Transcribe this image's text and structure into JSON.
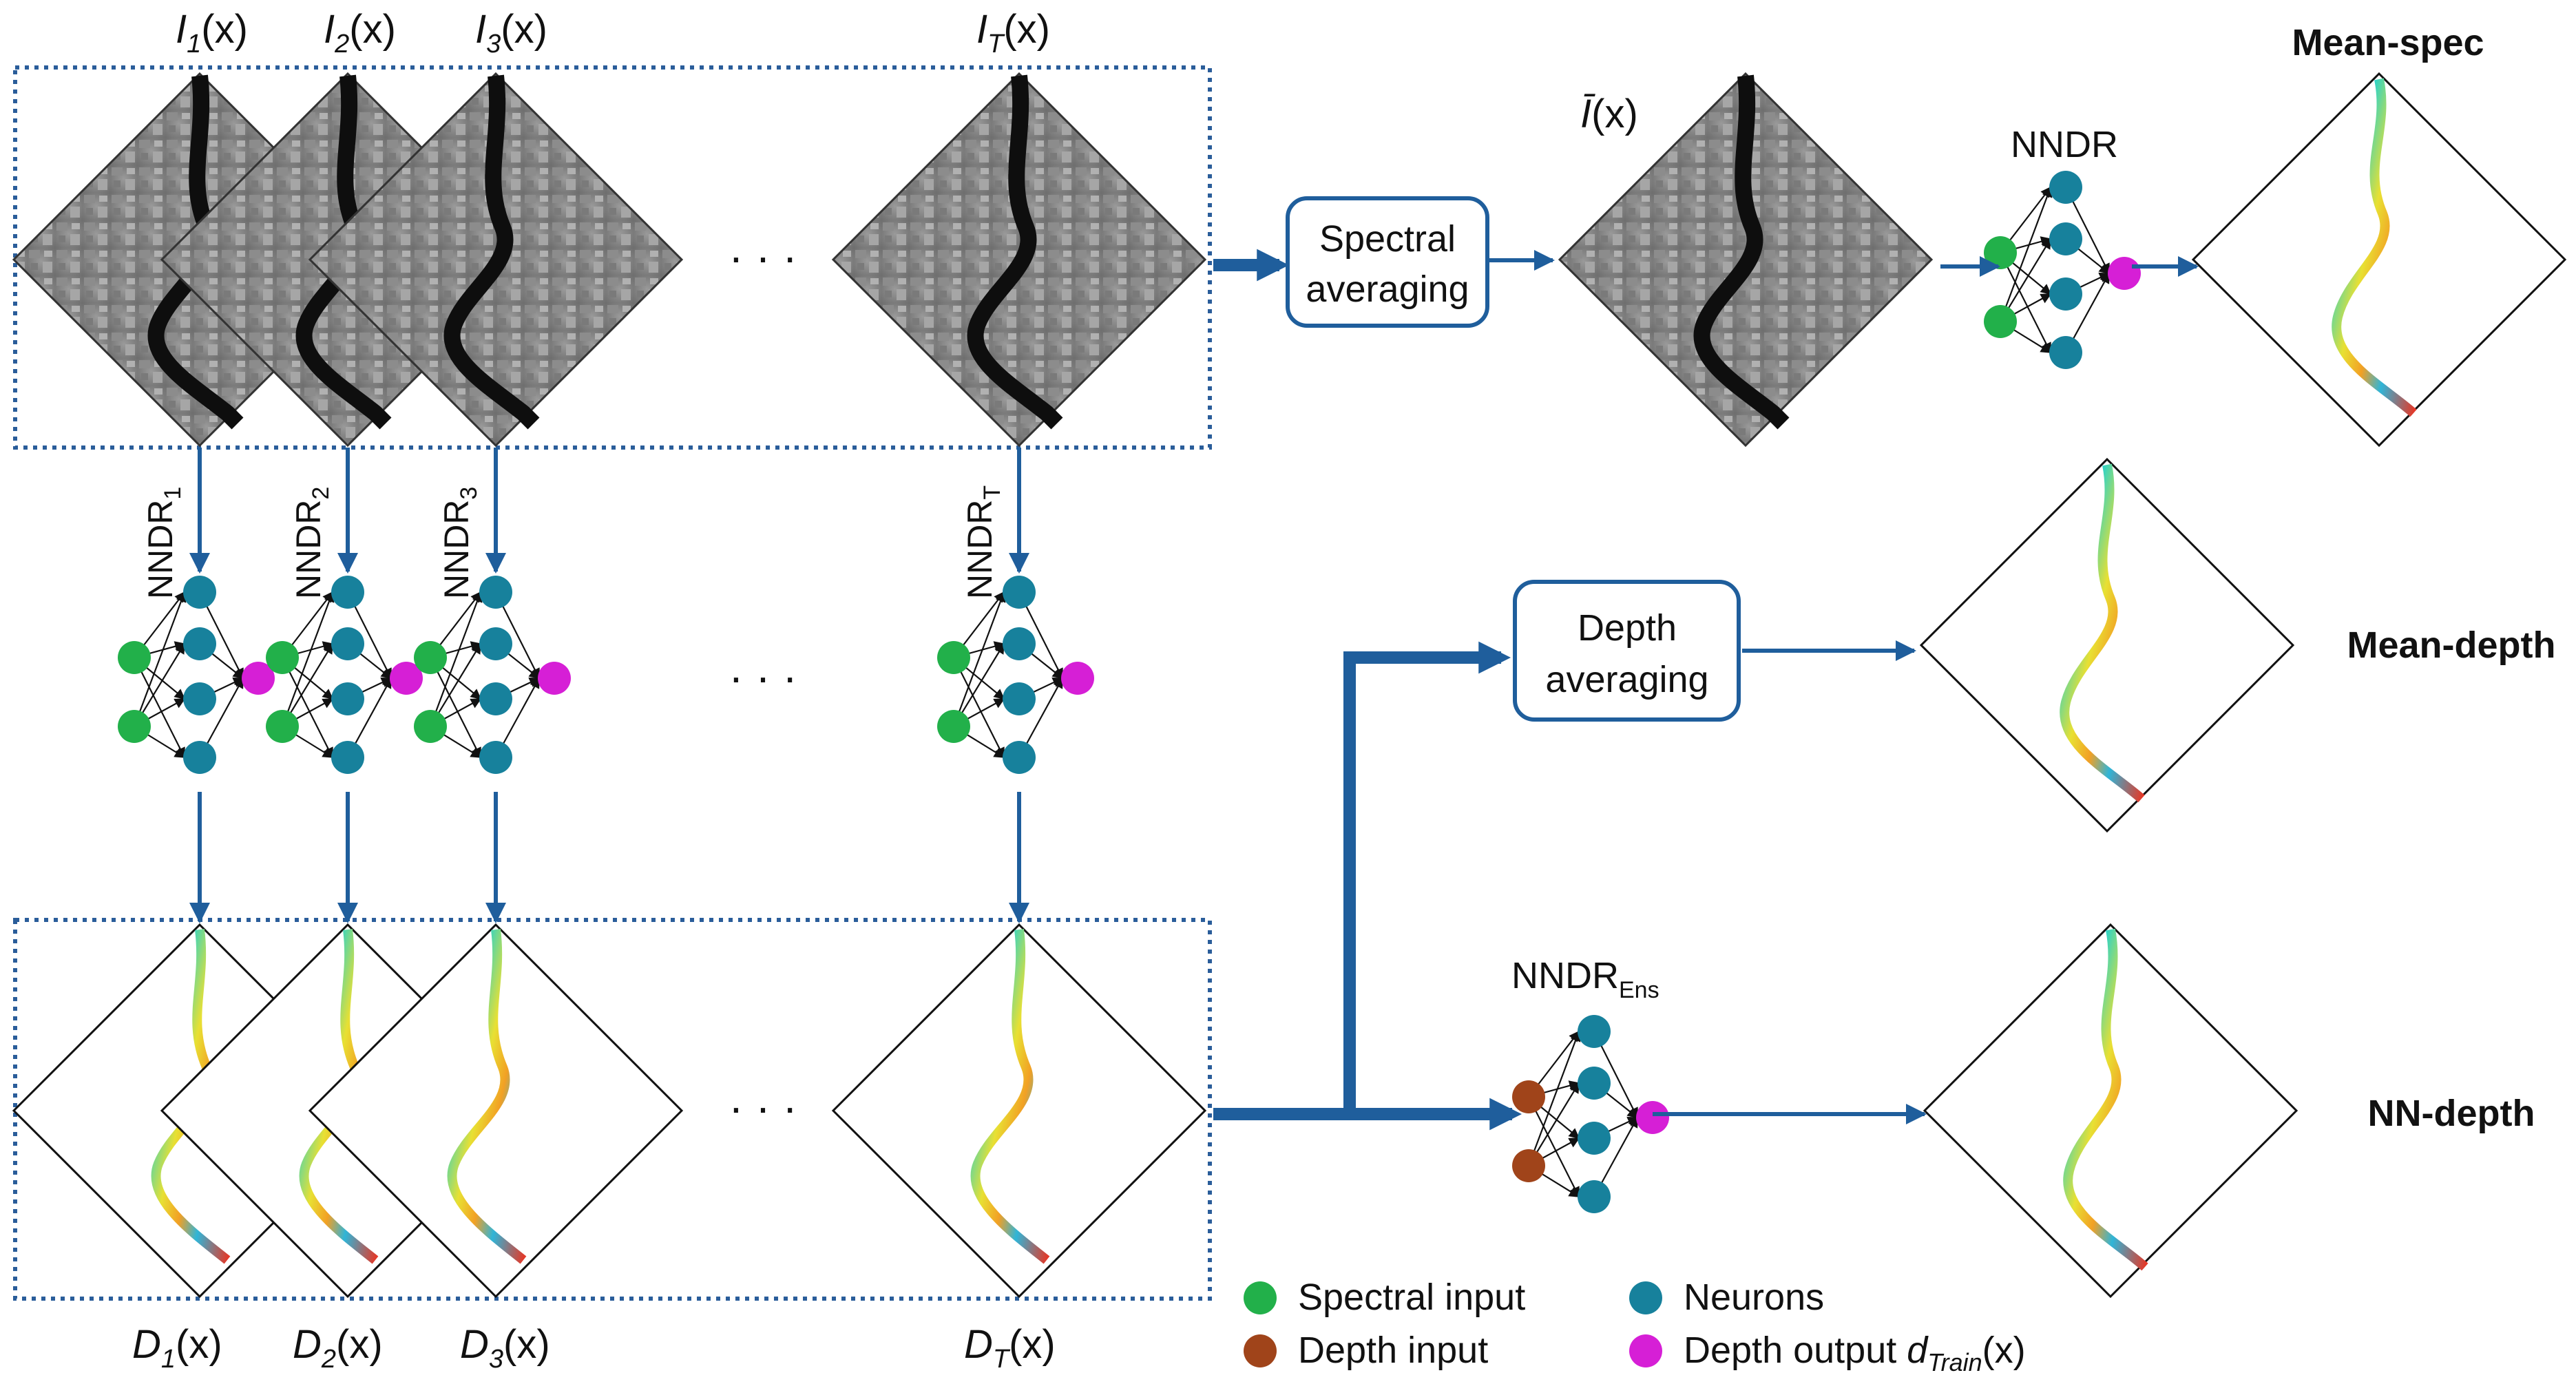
{
  "image_labels": {
    "i1": {
      "sym": "I",
      "sub": "1",
      "arg": "(x)"
    },
    "i2": {
      "sym": "I",
      "sub": "2",
      "arg": "(x)"
    },
    "i3": {
      "sym": "I",
      "sub": "3",
      "arg": "(x)"
    },
    "iT": {
      "sym": "I",
      "sub": "T",
      "arg": "(x)"
    },
    "ibar": {
      "sym": "Ī",
      "arg": "(x)"
    }
  },
  "depth_labels": {
    "d1": {
      "sym": "D",
      "sub": "1",
      "arg": "(x)"
    },
    "d2": {
      "sym": "D",
      "sub": "2",
      "arg": "(x)"
    },
    "d3": {
      "sym": "D",
      "sub": "3",
      "arg": "(x)"
    },
    "dT": {
      "sym": "D",
      "sub": "T",
      "arg": "(x)"
    }
  },
  "network_labels": {
    "n1": {
      "base": "NNDR",
      "sub": "1"
    },
    "n2": {
      "base": "NNDR",
      "sub": "2"
    },
    "n3": {
      "base": "NNDR",
      "sub": "3"
    },
    "nT": {
      "base": "NNDR",
      "sub": "T"
    },
    "nndr": {
      "base": "NNDR"
    },
    "ens": {
      "base": "NNDR",
      "sub": "Ens"
    }
  },
  "process_boxes": {
    "spectral": {
      "line1": "Spectral",
      "line2": "averaging"
    },
    "depth": {
      "line1": "Depth",
      "line2": "averaging"
    }
  },
  "outputs": {
    "mean_spec": "Mean-spec",
    "mean_depth": "Mean-depth",
    "nn_depth": "NN-depth"
  },
  "ellipsis": "· · ·",
  "legend": {
    "spectral_input": {
      "label": "Spectral input",
      "color": "#22b04a"
    },
    "depth_input": {
      "label": "Depth input",
      "color": "#a0441a"
    },
    "neurons": {
      "label": "Neurons",
      "color": "#17819c"
    },
    "depth_output": {
      "label": "Depth output ",
      "sym": "d",
      "sub": "Train",
      "arg": "(x)",
      "color": "#d61fd6"
    }
  },
  "colors": {
    "arrow": "#1f5e9c",
    "box_border": "#1f5e9c",
    "dotted_frame": "#2a5d9a"
  }
}
